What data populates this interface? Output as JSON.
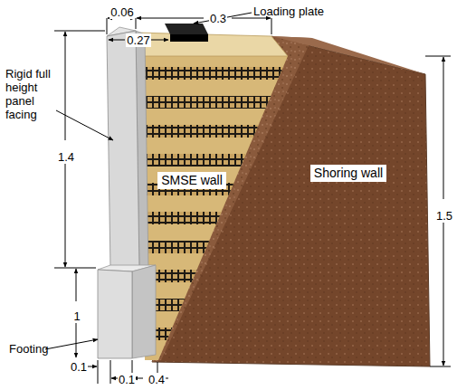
{
  "diagram": {
    "labels": [
      "0.06",
      "0.3",
      "Loading plate",
      "0.27",
      "Rigid full height panel facing",
      "1.4",
      "SMSE wall",
      "Shoring wall",
      "1.5",
      "1",
      "Footing",
      "0.1",
      "0.1",
      "0.4"
    ]
  }
}
